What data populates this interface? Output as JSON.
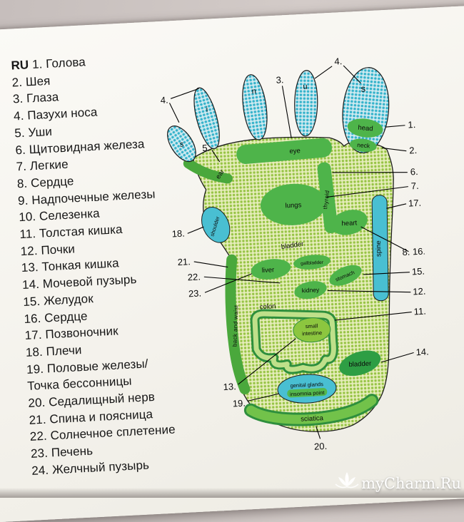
{
  "legend": {
    "lang_tag": "RU",
    "lines": [
      "1. Голова",
      "2. Шея",
      "3. Глаза",
      "4. Пазухи носа",
      "5. Уши",
      "6. Щитовидная железа",
      "7. Легкие",
      "8. Сердце",
      "9. Надпочечные железы",
      "10. Селезенка",
      "11. Толстая кишка",
      "12. Почки",
      "13. Тонкая кишка",
      "14. Мочевой пузырь",
      "15. Желудок",
      "16. Сердце",
      "17. Позвоночник",
      "18. Плечи",
      "19. Половые железы/",
      "Точка бессонницы",
      "20. Седалищный нерв",
      "21. Спина и поясница",
      "22. Солнечное сплетение",
      "23. Печень",
      "24. Желчный пузырь"
    ]
  },
  "diagram": {
    "toes": {
      "toe1": "s",
      "toe2": "i",
      "toe3": "n",
      "toe4": "u",
      "big_toe": "s"
    },
    "labels": {
      "head": "head",
      "neck": "neck",
      "eye": "eye",
      "ear": "ear",
      "lungs": "lungs",
      "thyroid": "thyroid",
      "heart": "heart",
      "spine": "spine",
      "shoulder": "shoulder",
      "bladder_upper": "bladder",
      "liver": "liver",
      "gallbladder": "gallbladder",
      "stomach": "stomach",
      "kidney": "kidney",
      "colon": "colon",
      "small_intestine_line1": "small",
      "small_intestine_line2": "intestine",
      "back_and_waist": "back and waist",
      "bladder_lower": "bladder",
      "genital_line1": "genital glands",
      "genital_line2": "insomnia point",
      "sciatica": "sciatica"
    },
    "callouts": {
      "n1": "1.",
      "n2": "2.",
      "n3": "3.",
      "n4_left": "4.",
      "n4_right": "4.",
      "n5": "5.",
      "n6": "6.",
      "n7": "7.",
      "n8_16": "8. 16.",
      "n11": "11.",
      "n12": "12.",
      "n13": "13.",
      "n14": "14.",
      "n15": "15.",
      "n17": "17.",
      "n18": "18.",
      "n19": "19.",
      "n20": "20.",
      "n21": "21.",
      "n22": "22.",
      "n23": "23."
    },
    "colors": {
      "zone_green": "#4eb44a",
      "zone_cyan": "#49bfd2",
      "zone_dark_green": "#2e9e44",
      "foot_halftone_green": "#97c445",
      "edge_band_green": "#4aa83c"
    }
  },
  "watermark": {
    "text": "myCharm.Ru"
  }
}
